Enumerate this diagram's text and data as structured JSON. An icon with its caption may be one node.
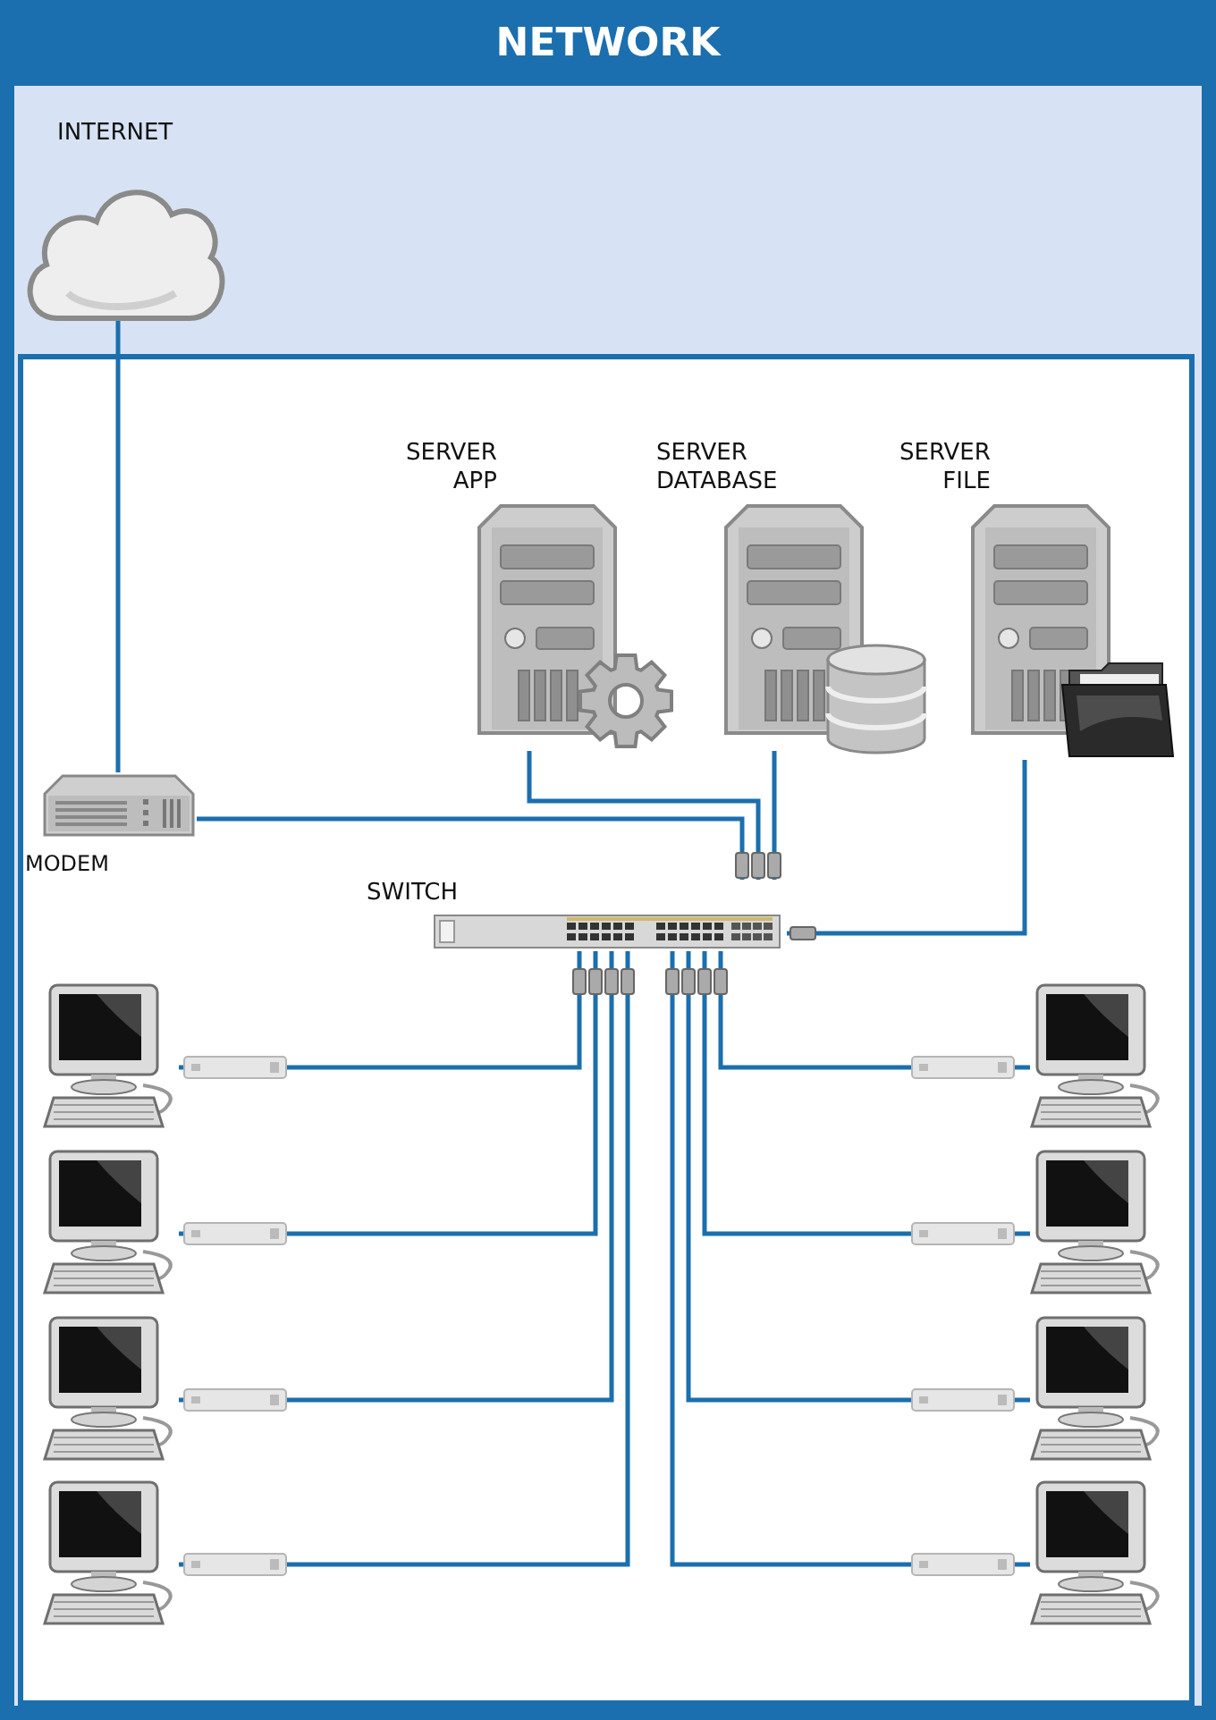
{
  "diagram": {
    "nodes": [
      {
        "text": [
          "NETWORK"
        ]
      },
      {
        "text": [
          "INTERNET"
        ],
        "in": 0
      },
      {
        "text": [
          "MODEM"
        ],
        "in": 0
      },
      {
        "text": [
          "SERVER APP"
        ],
        "in": 0
      },
      {
        "text": [
          "SERVER DATABASE"
        ],
        "in": 0
      },
      {
        "text": [
          "SERVER FILE"
        ],
        "in": 0
      },
      {
        "text": [
          "SWITCH"
        ],
        "in": 0
      },
      {
        "text": [],
        "shape": "computer",
        "in": 0
      },
      {
        "text": [],
        "shape": "computer",
        "in": 0
      },
      {
        "text": [],
        "shape": "computer",
        "in": 0
      },
      {
        "text": [],
        "shape": "computer",
        "in": 0
      },
      {
        "text": [],
        "shape": "computer",
        "in": 0
      },
      {
        "text": [],
        "shape": "computer",
        "in": 0
      },
      {
        "text": [],
        "shape": "computer",
        "in": 0
      },
      {
        "text": [],
        "shape": "computer",
        "in": 0
      }
    ],
    "edges": [
      {
        "from": 1,
        "to": 2,
        "arrow": "none"
      },
      {
        "from": 2,
        "to": 6,
        "arrow": "none"
      },
      {
        "from": 3,
        "to": 6,
        "arrow": "none"
      },
      {
        "from": 4,
        "to": 6,
        "arrow": "none"
      },
      {
        "from": 5,
        "to": 6,
        "arrow": "none"
      },
      {
        "from": 7,
        "to": 6,
        "arrow": "none"
      },
      {
        "from": 8,
        "to": 6,
        "arrow": "none"
      },
      {
        "from": 9,
        "to": 6,
        "arrow": "none"
      },
      {
        "from": 10,
        "to": 6,
        "arrow": "none"
      },
      {
        "from": 11,
        "to": 6,
        "arrow": "none"
      },
      {
        "from": 12,
        "to": 6,
        "arrow": "none"
      },
      {
        "from": 13,
        "to": 6,
        "arrow": "none"
      },
      {
        "from": 14,
        "to": 6,
        "arrow": "none"
      }
    ]
  }
}
